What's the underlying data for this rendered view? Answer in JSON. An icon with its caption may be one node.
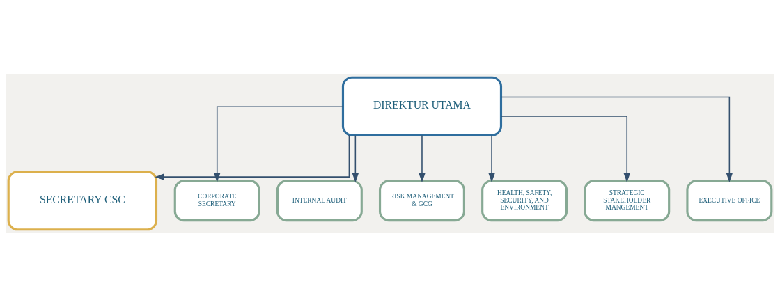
{
  "diagram": {
    "nodes": [
      {
        "text": [
          "DIREKTUR UTAMA"
        ]
      },
      {
        "text": [
          "SECRETARY CSC"
        ]
      },
      {
        "text": [
          "CORPORATE SECRETARY"
        ]
      },
      {
        "text": [
          "INTERNAL AUDIT"
        ]
      },
      {
        "text": [
          "RISK MANAGEMENT & GCG"
        ]
      },
      {
        "text": [
          "HEALTH, SAFETY, SECURITY, AND ENVIRONMENT"
        ]
      },
      {
        "text": [
          "STRATEGIC STAKEHOLDER MANGEMENT"
        ]
      },
      {
        "text": [
          "EXECUTIVE OFFICE"
        ]
      }
    ],
    "edges": [
      {
        "from": 0,
        "to": 1,
        "arrow": "to"
      },
      {
        "from": 0,
        "to": 2,
        "arrow": "to"
      },
      {
        "from": 0,
        "to": 3,
        "arrow": "to"
      },
      {
        "from": 0,
        "to": 4,
        "arrow": "to"
      },
      {
        "from": 0,
        "to": 5,
        "arrow": "to"
      },
      {
        "from": 0,
        "to": 6,
        "arrow": "to"
      },
      {
        "from": 0,
        "to": 7,
        "arrow": "to"
      }
    ]
  }
}
